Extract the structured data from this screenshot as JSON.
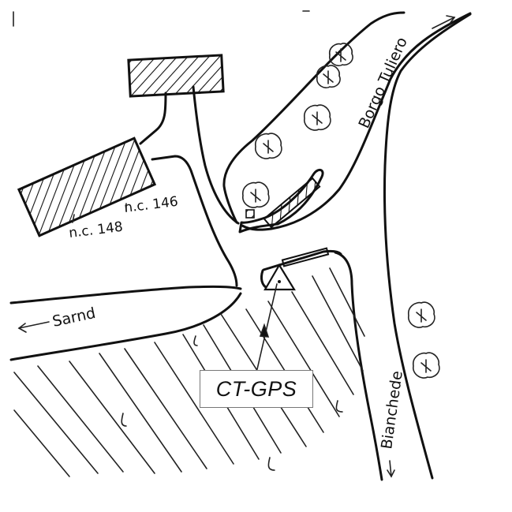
{
  "map": {
    "labels": {
      "nc146": "n.c. 146",
      "nc148": "n.c. 148",
      "street_north": "Borgo Tuliero",
      "street_west": "Sarnd",
      "street_east": "Bianchede",
      "marker": "CT-GPS"
    },
    "colors": {
      "ink": "#111111",
      "paper": "#ffffff",
      "label_border": "#777777"
    },
    "icons": [
      "tree-icon",
      "gps-marker-triangle-icon",
      "arrow-icon"
    ]
  }
}
